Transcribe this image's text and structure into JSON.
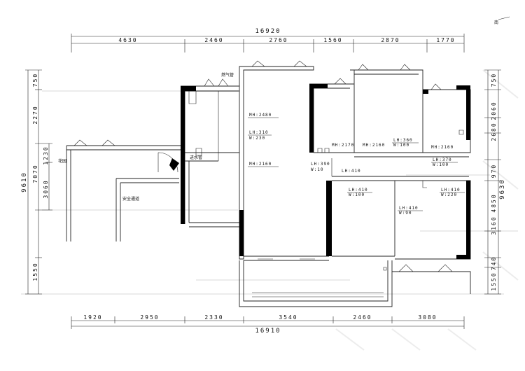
{
  "north_label": "南",
  "dimensions": {
    "top_total": "16920",
    "top_segments": [
      "4630",
      "2460",
      "2760",
      "1560",
      "2870",
      "1770"
    ],
    "bottom_segments": [
      "1920",
      "2950",
      "2330",
      "3540",
      "2460",
      "3080"
    ],
    "bottom_total": "16910",
    "left_total": "9610",
    "left_outer": [
      "750",
      "2270",
      "7070",
      "1550"
    ],
    "left_inner": [
      "1230",
      "3060"
    ],
    "right_total": "9630",
    "right_outer": [
      "750",
      "2060",
      "2680",
      "970",
      "4850",
      "3160",
      "740",
      "1550"
    ]
  },
  "rooms": {
    "gas_pipe": "燃气管",
    "water_pipe": "进水管",
    "garden": "花园",
    "safety_passage": "安全通道"
  },
  "annotations": {
    "mh_2480": "MH:2480",
    "lh_310": "LH:310",
    "w_230": "W:230",
    "mh_2160_living": "MH:2160",
    "lh_390": "LH:390",
    "w_10": "W:10",
    "lh_410_mid": "LH:410",
    "mh_2170": "MH:2170",
    "mh_2160_b2": "MH:2160",
    "lh_360": "LH:360",
    "w_100_b2": "W:100",
    "mh_2160_b3": "MH:2160",
    "lh_370": "LH:370",
    "w_100_b3": "W:100",
    "lh_410_r": "LH:410",
    "w_220": "W:220",
    "lh_410_b4": "LH:410",
    "w_100_b4": "W:100",
    "lh_410_b5": "LH:410",
    "w_90": "W:90"
  }
}
